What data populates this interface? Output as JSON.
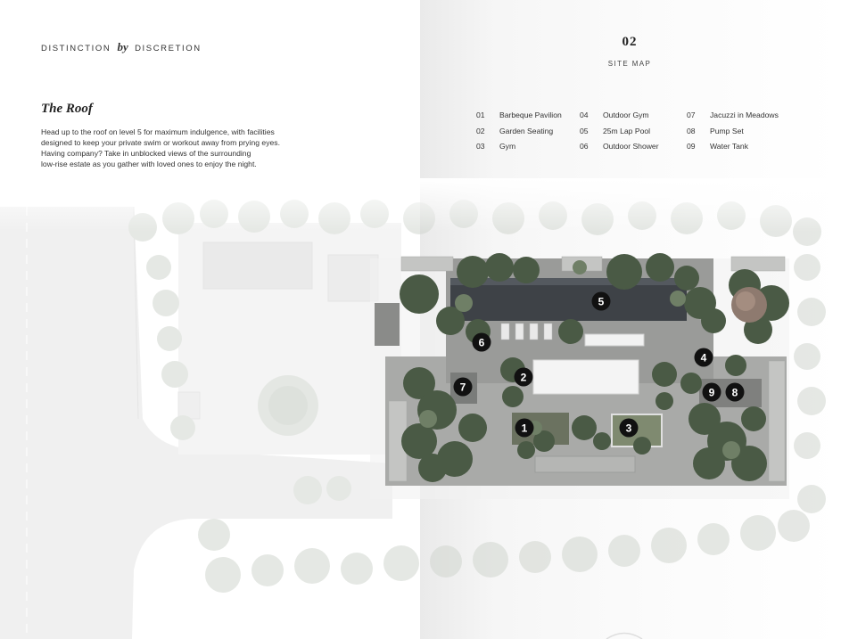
{
  "header": {
    "brand_left": "DISTINCTION",
    "brand_mid": "by",
    "brand_right": "DISCRETION",
    "page_number": "02",
    "page_label": "SITE MAP"
  },
  "section": {
    "title": "The Roof",
    "body_lines": [
      "Head up to the roof on level 5 for maximum indulgence, with facilities",
      "designed to keep your private swim or workout away from prying eyes.",
      "Having company? Take in unblocked views of the surrounding",
      "low-rise estate as you gather with loved ones to enjoy the night."
    ]
  },
  "legend": [
    {
      "num": "01",
      "label": "Barbeque Pavilion"
    },
    {
      "num": "02",
      "label": "Garden Seating"
    },
    {
      "num": "03",
      "label": "Gym"
    },
    {
      "num": "04",
      "label": "Outdoor Gym"
    },
    {
      "num": "05",
      "label": "25m Lap Pool"
    },
    {
      "num": "06",
      "label": "Outdoor Shower"
    },
    {
      "num": "07",
      "label": "Jacuzzi in Meadows"
    },
    {
      "num": "08",
      "label": "Pump Set"
    },
    {
      "num": "09",
      "label": "Water Tank"
    }
  ],
  "markers": [
    "1",
    "2",
    "3",
    "4",
    "5",
    "6",
    "7",
    "8",
    "9"
  ],
  "colors": {
    "marker_fill": "#111111",
    "marker_text": "#ffffff",
    "pool": "#3e4247",
    "foliage_dark": "#4a5a45",
    "foliage_faded": "#d4d8d2",
    "deck": "#8e908e"
  }
}
